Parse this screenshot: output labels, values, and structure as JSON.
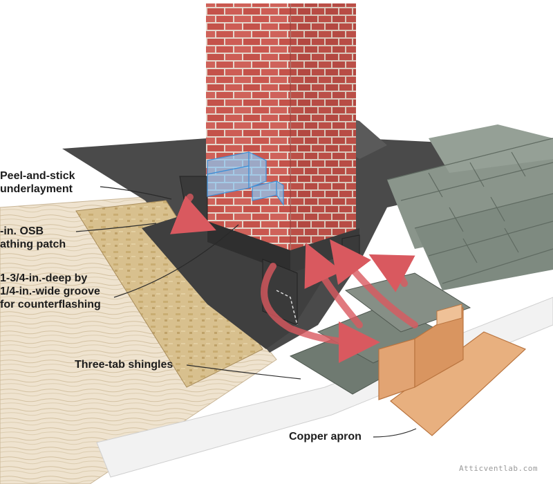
{
  "callouts": {
    "underlayment": "Peel-and-stick\nunderlayment",
    "osb_patch": "-in. OSB\nathing patch",
    "groove": "1-3/4-in.-deep by\n1/4-in.-wide groove\nfor counterflashing",
    "shingles": "Three-tab shingles",
    "apron": "Copper apron"
  },
  "watermark": "Atticventlab.com",
  "colors": {
    "brick": "#c9574f",
    "mortar": "#e4d6cc",
    "underlayment": "#4a4a4a",
    "osb": "#d8c08e",
    "shingle": "#7e8a80",
    "copper": "#e2a473",
    "arrow": "#d9595f",
    "counterflashing": "#8fc6ef"
  }
}
